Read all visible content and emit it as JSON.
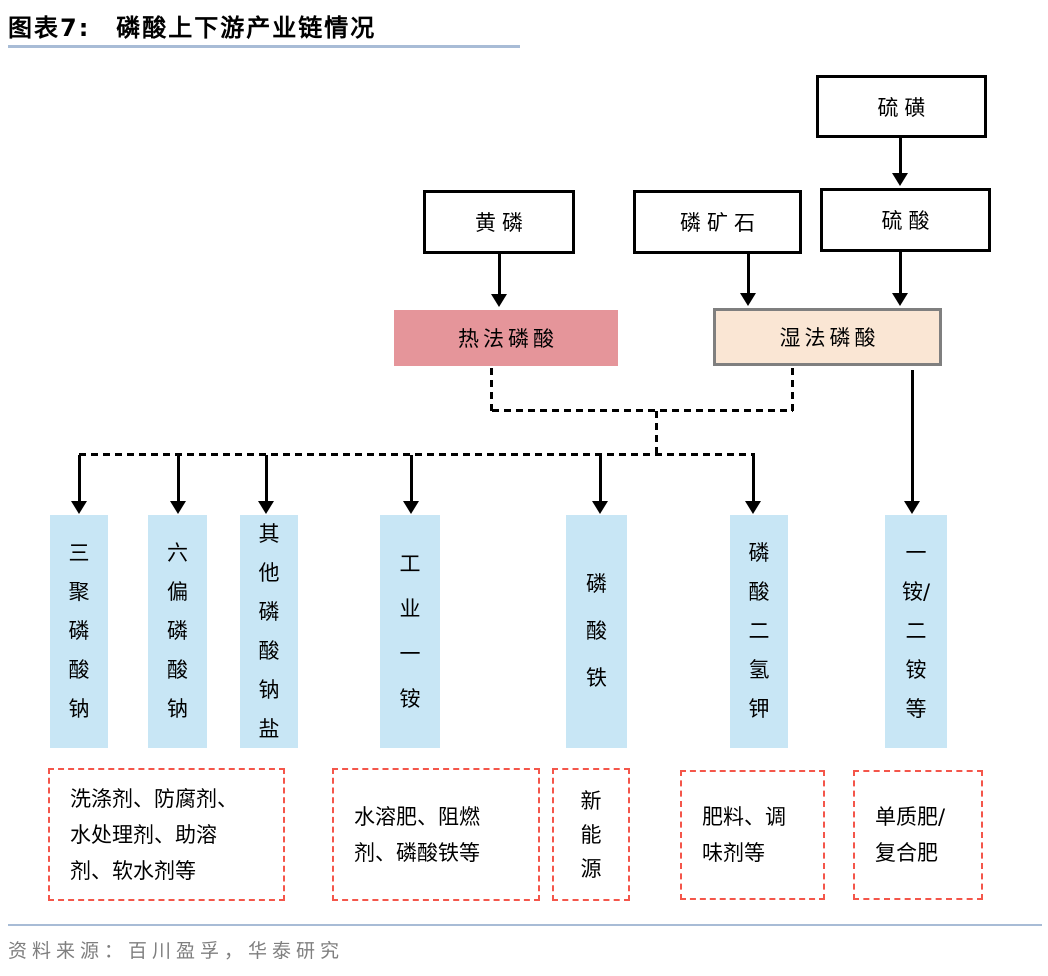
{
  "title": {
    "label": "图表7:",
    "text": "磷酸上下游产业链情况"
  },
  "nodes": {
    "sulfur": "硫磺",
    "yellow_phosphorus": "黄磷",
    "phosphate_rock": "磷矿石",
    "sulfuric_acid": "硫酸",
    "thermal_process": "热法磷酸",
    "wet_process": "湿法磷酸"
  },
  "products": [
    {
      "label": "三\n聚\n磷\n酸\n钠"
    },
    {
      "label": "六\n偏\n磷\n酸\n钠"
    },
    {
      "label": "其\n他\n磷\n酸\n钠\n盐"
    },
    {
      "label": "工\n业\n一\n铵"
    },
    {
      "label": "磷\n酸\n铁"
    },
    {
      "label": "磷\n酸\n二\n氢\n钾"
    },
    {
      "label": "一\n铵/\n二\n铵\n等"
    }
  ],
  "applications": [
    {
      "label": "洗涤剂、防腐剂、\n水处理剂、助溶\n剂、软水剂等"
    },
    {
      "label": "水溶肥、阻燃\n剂、磷酸铁等"
    },
    {
      "label": "新\n能\n源"
    },
    {
      "label": "肥料、调\n味剂等"
    },
    {
      "label": "单质肥/\n复合肥"
    }
  ],
  "footer": {
    "source": "资料来源：百川盈孚，华泰研究"
  },
  "colors": {
    "thermal_fill": "#e5959a",
    "wet_fill": "#fae6d4",
    "wet_border": "#7f7f7f",
    "product_fill": "#c8e6f5",
    "app_dash_border": "#f4564a",
    "rule_blue": "#a8bcd6",
    "source_text": "#7f7f7f"
  }
}
